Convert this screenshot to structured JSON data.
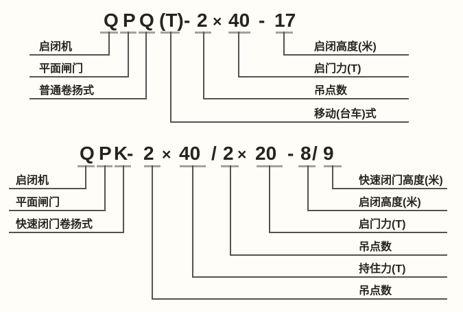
{
  "colors": {
    "background": "#fffdf7",
    "text": "#26241f",
    "line": "#55534d",
    "tick": "#a3a19b"
  },
  "top_diagram": {
    "code_parts": [
      "Q",
      "P",
      "Q",
      "(T)",
      "-",
      "2",
      "×",
      "40",
      "-",
      "17"
    ],
    "left_labels": [
      "启闭机",
      "平面闸门",
      "普通卷扬式"
    ],
    "right_labels": [
      "启闭高度(米)",
      "启门力(T)",
      "吊点数",
      "移动(台车)式"
    ]
  },
  "bottom_diagram": {
    "code_parts": [
      "Q",
      "P",
      "K",
      "-",
      "2",
      "×",
      "40",
      "/",
      "2",
      "×",
      "20",
      "-",
      "8",
      "/",
      "9"
    ],
    "left_labels": [
      "启闭机",
      "平面闸门",
      "快速闭门卷扬式"
    ],
    "right_labels": [
      "快速闭门高度(米)",
      "启闭高度(米)",
      "启门力(T)",
      "吊点数",
      "持住力(T)",
      "吊点数"
    ]
  }
}
